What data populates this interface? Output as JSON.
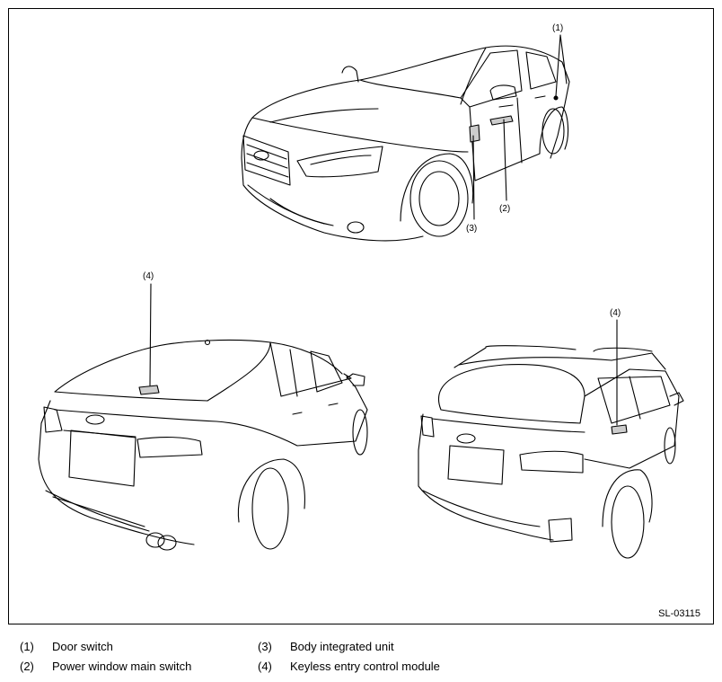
{
  "callouts": {
    "c1": "(1)",
    "c2": "(2)",
    "c3": "(3)",
    "c4_sedan": "(4)",
    "c4_wagon": "(4)"
  },
  "figure_code": "SL-03115",
  "legend": [
    {
      "num": "(1)",
      "label": "Door switch"
    },
    {
      "num": "(2)",
      "label": "Power window main switch"
    },
    {
      "num": "(3)",
      "label": "Body integrated unit"
    },
    {
      "num": "(4)",
      "label": "Keyless entry control module"
    }
  ]
}
